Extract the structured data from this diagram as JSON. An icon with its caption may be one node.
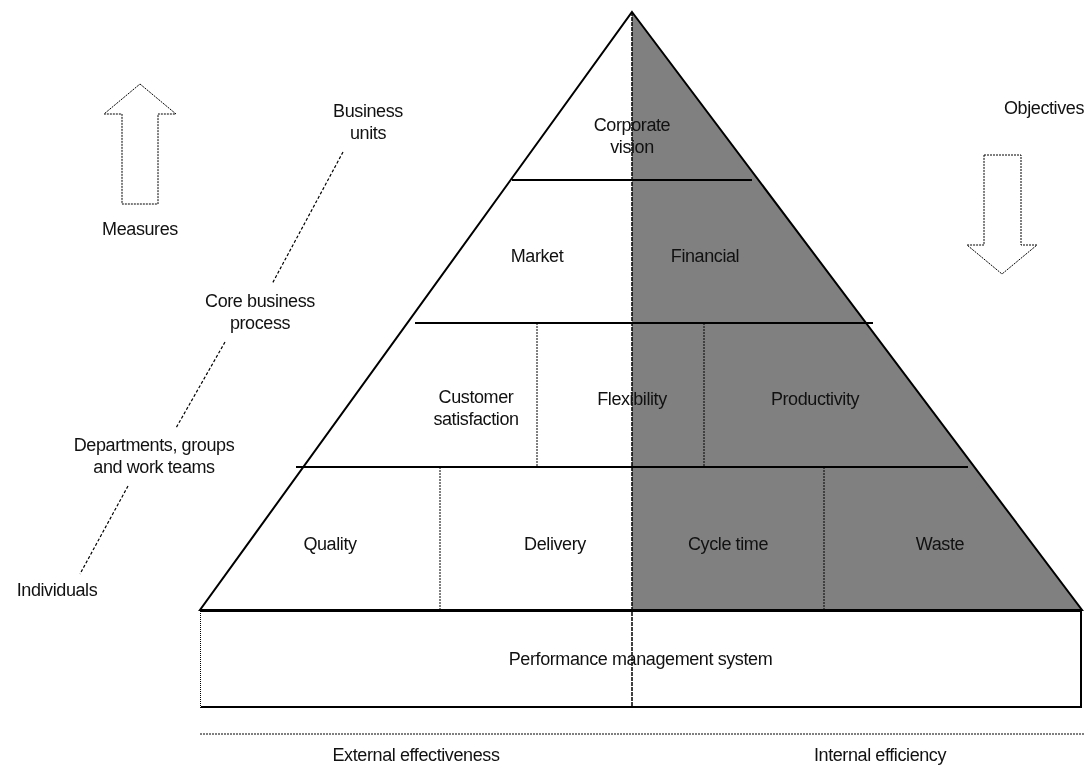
{
  "diagram": {
    "nodes": [
      {
        "text": [
          "Corporate vision"
        ]
      },
      {
        "text": [
          "Market"
        ]
      },
      {
        "text": [
          "Financial"
        ]
      },
      {
        "text": [
          "Customer satisfaction"
        ]
      },
      {
        "text": [
          "Flexibility"
        ]
      },
      {
        "text": [
          "Productivity"
        ]
      },
      {
        "text": [
          "Quality"
        ]
      },
      {
        "text": [
          "Delivery"
        ]
      },
      {
        "text": [
          "Cycle time"
        ]
      },
      {
        "text": [
          "Waste"
        ]
      },
      {
        "text": [
          "Performance management system"
        ]
      },
      {
        "text": [
          "Business units"
        ]
      },
      {
        "text": [
          "Core business process"
        ]
      },
      {
        "text": [
          "Departments, groups and work teams"
        ]
      },
      {
        "text": [
          "Individuals"
        ]
      }
    ],
    "edges": [
      {
        "from": 11,
        "to": 12,
        "arrow": "none",
        "style": "dashed"
      },
      {
        "from": 12,
        "to": 13,
        "arrow": "none",
        "style": "dashed"
      },
      {
        "from": 13,
        "to": 14,
        "arrow": "none",
        "style": "dashed"
      }
    ],
    "labels": [
      "Measures",
      "Objectives",
      "External effectiveness",
      "Internal efficiency"
    ]
  }
}
